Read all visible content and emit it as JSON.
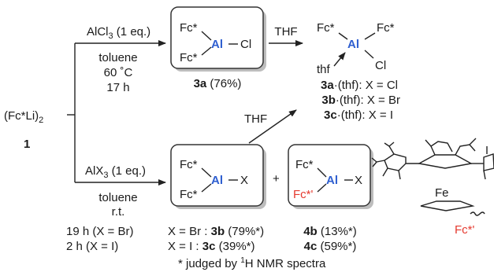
{
  "start": {
    "formula": "(Fc*Li)",
    "sub": "2",
    "number": "1"
  },
  "top_route": {
    "reagent": "AlCl",
    "reagent_sub": "3",
    "reagent_eq": " (1 eq.)",
    "solvent": "toluene",
    "temp": "60 ˚C",
    "time": "17 h"
  },
  "bottom_route": {
    "reagent": "AlX",
    "reagent_sub": "3",
    "reagent_eq": " (1 eq.)",
    "solvent": "toluene",
    "temp": "r.t.",
    "time_br": "19 h (X = Br)",
    "time_i": "2 h (X = I)"
  },
  "arrows": {
    "thf_top": "THF",
    "thf_diag": "THF"
  },
  "box_3a": {
    "fc1": "Fc*",
    "fc2": "Fc*",
    "al": "Al",
    "x": "Cl",
    "label": "3a",
    "yield": " (76%)"
  },
  "box_b": {
    "fc1": "Fc*",
    "fc2": "Fc*",
    "al": "Al",
    "x": "X",
    "res_br_pre": "X = Br : ",
    "res_br_lab": "3b",
    "res_br_yield": " (79%*)",
    "res_i_pre": "X = I : ",
    "res_i_lab": "3c",
    "res_i_yield": " (39%*)"
  },
  "plus": "+",
  "box_4": {
    "fc1": "Fc*",
    "fc2": "Fc*'",
    "al": "Al",
    "x": "X",
    "lab_b": "4b",
    "yield_b": " (13%*)",
    "lab_c": "4c",
    "yield_c": " (59%*)"
  },
  "thf_complex": {
    "fc1": "Fc*",
    "fc2": "Fc*",
    "al": "Al",
    "thf": "thf",
    "x": "Cl",
    "lines": [
      {
        "lab": "3a",
        "tail": "·(thf): X = Cl"
      },
      {
        "lab": "3b",
        "tail": "·(thf): X = Br"
      },
      {
        "lab": "3c",
        "tail": "·(thf): X = I"
      }
    ]
  },
  "ferrocene": {
    "fe": "Fe",
    "label": "Fc*'"
  },
  "footnote": {
    "pre": "* judged by ",
    "sup": "1",
    "post": "H NMR spectra"
  }
}
